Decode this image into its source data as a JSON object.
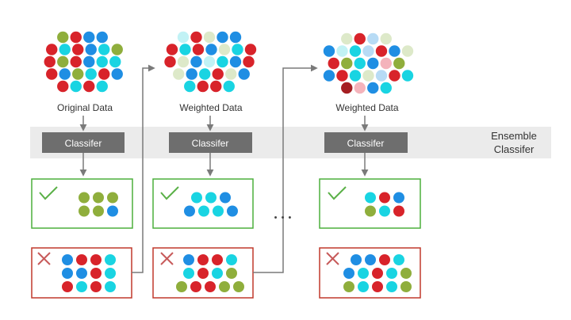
{
  "colors": {
    "band": "#ebebeb",
    "classifier_box": "#6e6e6e",
    "arrow": "#7a7a7a",
    "correct_border": "#4caf3c",
    "wrong_border": "#c0392b",
    "check": "#5ab047",
    "cross": "#c75b5b",
    "dot": {
      "red": "#d8232a",
      "blue": "#1f8ee3",
      "cyan": "#19d4e2",
      "green": "#8fae3c"
    },
    "dot_faded": {
      "red": "#f4b3bb",
      "blue": "#b7dbf5",
      "cyan": "#c1f2f5",
      "green": "#dde9c9",
      "darkred": "#a51e22"
    }
  },
  "labels": {
    "stage1_data": "Original Data",
    "stage2_data": "Weighted Data",
    "stage3_data": "Weighted Data",
    "classifier": "Classifer",
    "ensemble_line1": "Ensemble",
    "ensemble_line2": "Classifer",
    "ellipsis": "• • •"
  },
  "icons": {
    "correct": "check-icon",
    "wrong": "cross-icon"
  },
  "clouds": [
    [
      "green",
      "red",
      "blue",
      "blue",
      "red",
      "cyan",
      "red",
      "blue",
      "cyan",
      "green",
      "red",
      "green",
      "red",
      "blue",
      "cyan",
      "cyan",
      "red",
      "blue",
      "green",
      "cyan",
      "red",
      "blue",
      "red",
      "cyan",
      "red",
      "cyan"
    ],
    [
      "cyan_f",
      "red",
      "green_f",
      "blue",
      "blue",
      "red",
      "cyan",
      "red",
      "blue",
      "green_f",
      "cyan",
      "red",
      "red",
      "green_f",
      "blue",
      "cyan_f",
      "cyan",
      "blue",
      "red",
      "green_f",
      "blue",
      "cyan",
      "red",
      "green_f",
      "blue",
      "cyan",
      "red",
      "red",
      "cyan"
    ],
    [
      "green_f",
      "red",
      "blue_f",
      "green_f",
      "blue",
      "cyan_f",
      "cyan",
      "blue_f",
      "red",
      "blue",
      "green_f",
      "red",
      "green",
      "cyan",
      "blue",
      "red_f",
      "green",
      "blue",
      "red",
      "cyan",
      "green_f",
      "blue_f",
      "red",
      "cyan",
      "darkred",
      "red_f",
      "blue",
      "cyan"
    ]
  ],
  "results": [
    {
      "correct": [
        [
          "green",
          "green",
          "green"
        ],
        [
          "green",
          "green",
          "blue"
        ]
      ],
      "wrong": [
        [
          "blue",
          "red",
          "red",
          "cyan"
        ],
        [
          "blue",
          "blue",
          "red",
          "cyan"
        ],
        [
          "red",
          "cyan",
          "red",
          "cyan"
        ]
      ]
    },
    {
      "correct": [
        [
          "cyan",
          "cyan",
          "blue"
        ],
        [
          "blue",
          "cyan",
          "cyan",
          "blue"
        ]
      ],
      "wrong": [
        [
          "blue",
          "red",
          "red",
          "cyan"
        ],
        [
          "cyan",
          "red",
          "cyan",
          "green"
        ],
        [
          "green",
          "red",
          "red",
          "green",
          "green"
        ]
      ]
    },
    {
      "correct": [
        [
          "cyan",
          "red",
          "blue"
        ],
        [
          "green",
          "cyan",
          "red"
        ]
      ],
      "wrong": [
        [
          "blue",
          "blue",
          "red",
          "cyan"
        ],
        [
          "blue",
          "cyan",
          "red",
          "cyan",
          "green"
        ],
        [
          "green",
          "cyan",
          "red",
          "cyan",
          "green"
        ]
      ]
    }
  ]
}
